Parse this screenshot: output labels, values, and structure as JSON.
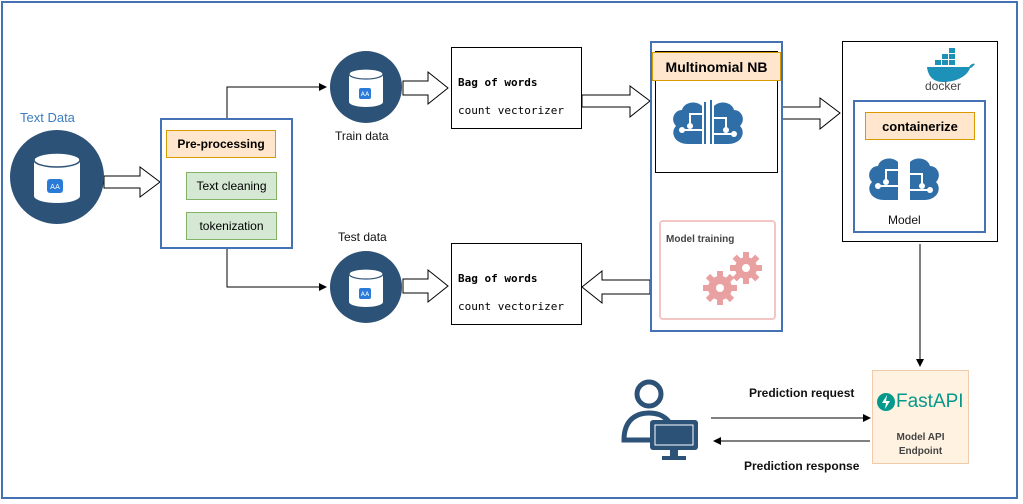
{
  "source": {
    "label": "Text Data"
  },
  "preprocessing": {
    "title": "Pre-processing",
    "steps": [
      "Text cleaning",
      "tokenization"
    ]
  },
  "train": {
    "label": "Train data"
  },
  "test": {
    "label": "Test data"
  },
  "bow_train": {
    "title": "Bag of words",
    "subtitle": "count vectorizer"
  },
  "bow_test": {
    "title": "Bag of words",
    "subtitle": "count vectorizer"
  },
  "model": {
    "title": "Multinomial NB",
    "training_label": "Model training"
  },
  "docker": {
    "logo_text": "docker",
    "containerize": "containerize",
    "model_label": "Model"
  },
  "api": {
    "logo_text": "FastAPI",
    "endpoint_line1": "Model API",
    "endpoint_line2": "Endpoint"
  },
  "flows": {
    "request": "Prediction request",
    "response": "Prediction response"
  },
  "icons": {
    "database": "database-icon",
    "brain": "ai-brain-icon",
    "gears": "gears-icon",
    "docker": "docker-whale-icon",
    "user": "user-computer-icon",
    "fastapi": "fastapi-bolt-icon"
  },
  "colors": {
    "frame": "#4472b4",
    "source_label": "#3c7dbf",
    "database": "#2d5277",
    "orange_fill": "#ffe6cc",
    "orange_border": "#d79b00",
    "green_fill": "#d5e8d4",
    "green_border": "#82b366",
    "brain": "#2f6ea7",
    "gear": "#e8a0a0",
    "docker": "#1d91b8",
    "fastapi": "#05998b",
    "user": "#2d5277"
  }
}
